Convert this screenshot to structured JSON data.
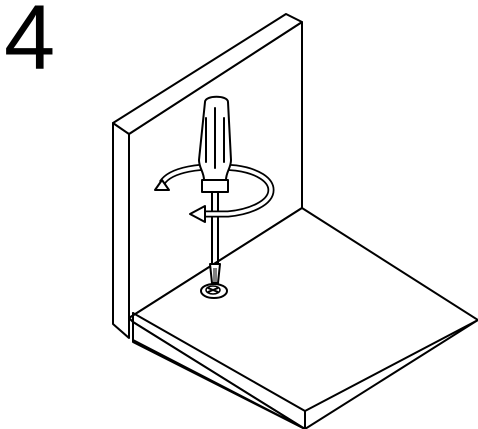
{
  "step": {
    "number": "4"
  },
  "illustration": {
    "subject": "screwdriver-screw-corner",
    "line_color": "#000000",
    "background_color": "#ffffff",
    "arrow_direction": "clockwise"
  }
}
